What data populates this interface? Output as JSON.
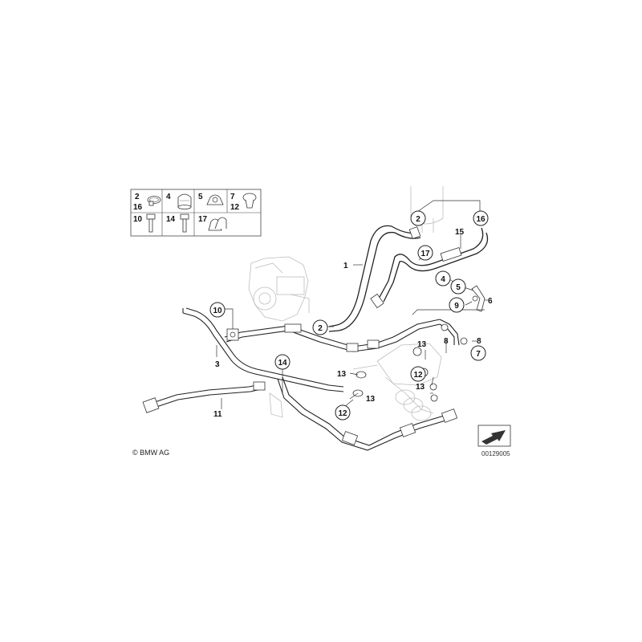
{
  "legend": {
    "cells": [
      {
        "labels": [
          "2",
          "16"
        ],
        "icon": "hose-clamp-icon"
      },
      {
        "labels": [
          "4"
        ],
        "icon": "rubber-grommet-icon"
      },
      {
        "labels": [
          "5",
          "17"
        ],
        "icon": "pipe-clip-icon"
      },
      {
        "labels": [
          "7",
          "12"
        ],
        "icon": "push-rivet-icon"
      },
      {
        "labels": [
          "10"
        ],
        "icon": "hex-bolt-icon"
      },
      {
        "labels": [
          "14"
        ],
        "icon": "hex-bolt-icon"
      }
    ]
  },
  "callouts": {
    "c1": "1",
    "c2a": "2",
    "c2b": "2",
    "c3": "3",
    "c4": "4",
    "c5": "5",
    "c6": "6",
    "c7": "7",
    "c8a": "8",
    "c8b": "8",
    "c9": "9",
    "c10": "10",
    "c11": "11",
    "c12a": "12",
    "c12b": "12",
    "c13a": "13",
    "c13b": "13",
    "c13c": "13",
    "c13d": "13",
    "c14": "14",
    "c15": "15",
    "c16": "16",
    "c17": "17"
  },
  "copyright": "© BMW AG",
  "diagram_id": "00129005"
}
